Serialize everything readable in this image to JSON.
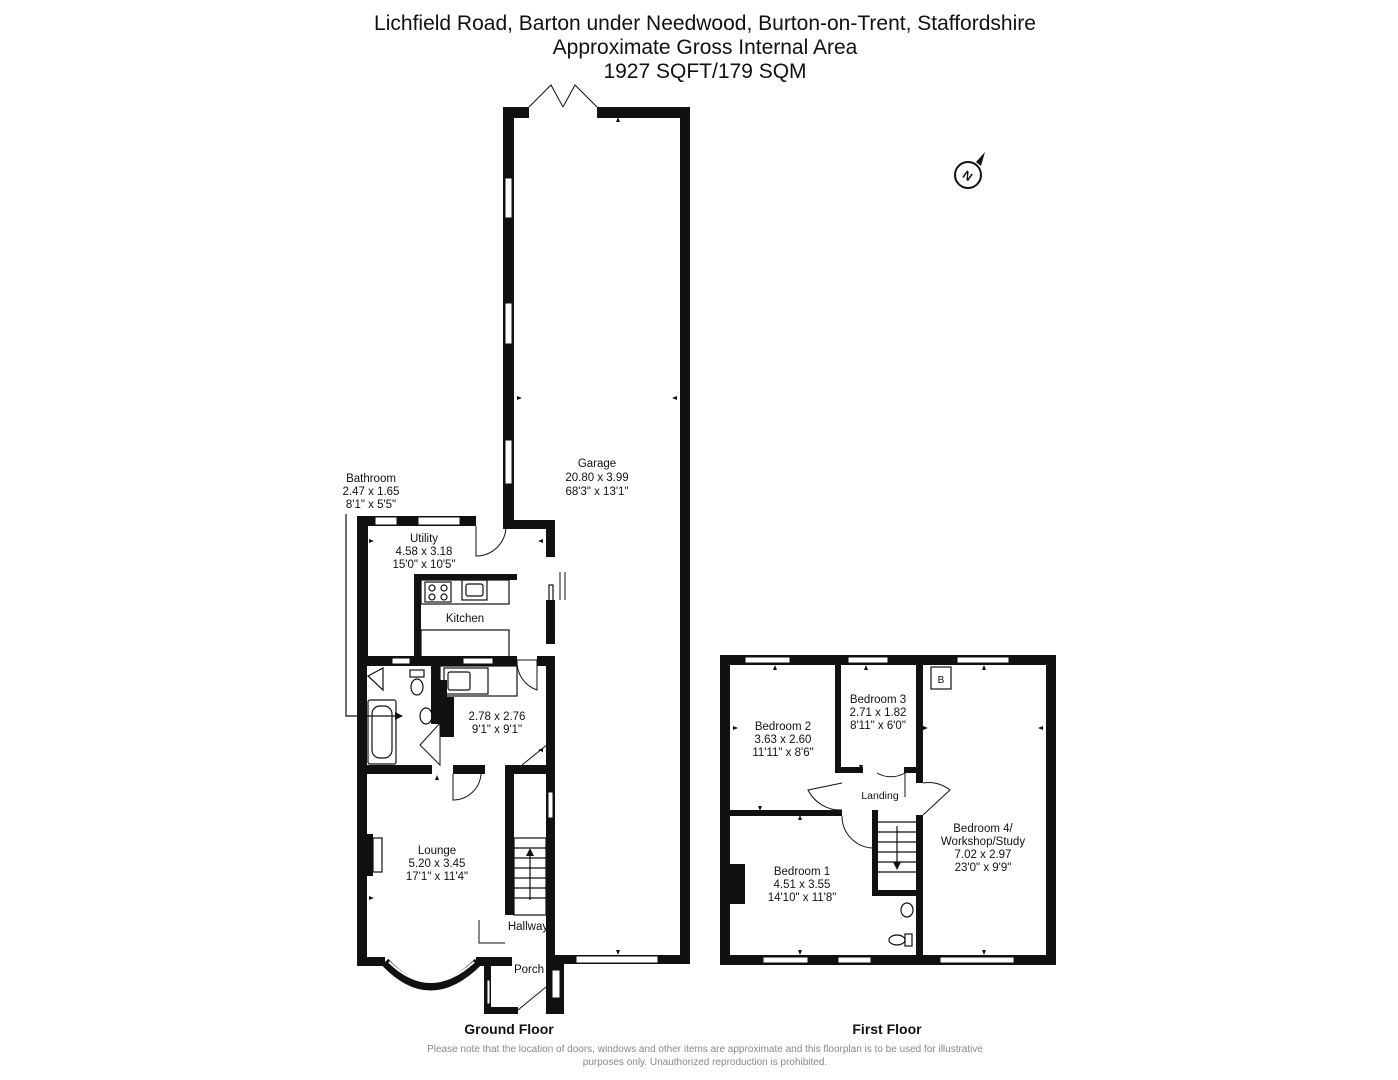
{
  "header": {
    "address": "Lichfield Road, Barton under Needwood, Burton-on-Trent, Staffordshire",
    "area_title": "Approximate Gross Internal Area",
    "area_value": "1927 SQFT/179 SQM"
  },
  "compass": {
    "letter": "N"
  },
  "ground_floor": {
    "title": "Ground Floor",
    "rooms": {
      "garage": {
        "name": "Garage",
        "metric": "20.80 x 3.99",
        "imperial": "68'3\" x 13'1\""
      },
      "bathroom": {
        "name": "Bathroom",
        "metric": "2.47 x 1.65",
        "imperial": "8'1\" x 5'5\""
      },
      "utility": {
        "name": "Utility",
        "metric": "4.58 x 3.18",
        "imperial": "15'0\" x 10'5\""
      },
      "kitchen": {
        "name": "Kitchen"
      },
      "dining": {
        "metric": "2.78 x 2.76",
        "imperial": "9'1\" x 9'1\""
      },
      "lounge": {
        "name": "Lounge",
        "metric": "5.20 x 3.45",
        "imperial": "17'1\" x 11'4\""
      },
      "hallway": {
        "name": "Hallway"
      },
      "porch": {
        "name": "Porch"
      }
    }
  },
  "first_floor": {
    "title": "First Floor",
    "rooms": {
      "bedroom2": {
        "name": "Bedroom 2",
        "metric": "3.63 x 2.60",
        "imperial": "11'11\" x 8'6\""
      },
      "bedroom3": {
        "name": "Bedroom 3",
        "metric": "2.71 x 1.82",
        "imperial": "8'11\" x 6'0\""
      },
      "boiler": {
        "name": "B"
      },
      "landing": {
        "name": "Landing"
      },
      "bedroom1": {
        "name": "Bedroom 1",
        "metric": "4.51 x 3.55",
        "imperial": "14'10\" x 11'8\""
      },
      "bedroom4": {
        "name": "Bedroom 4/",
        "name2": "Workshop/Study",
        "metric": "7.02 x 2.97",
        "imperial": "23'0\" x 9'9\""
      }
    }
  },
  "footer": {
    "line1": "Please note that the location of doors, windows and other items are approximate and this floorplan is to be used for illustrative",
    "line2": "purposes only. Unauthorized reproduction is prohibited."
  }
}
